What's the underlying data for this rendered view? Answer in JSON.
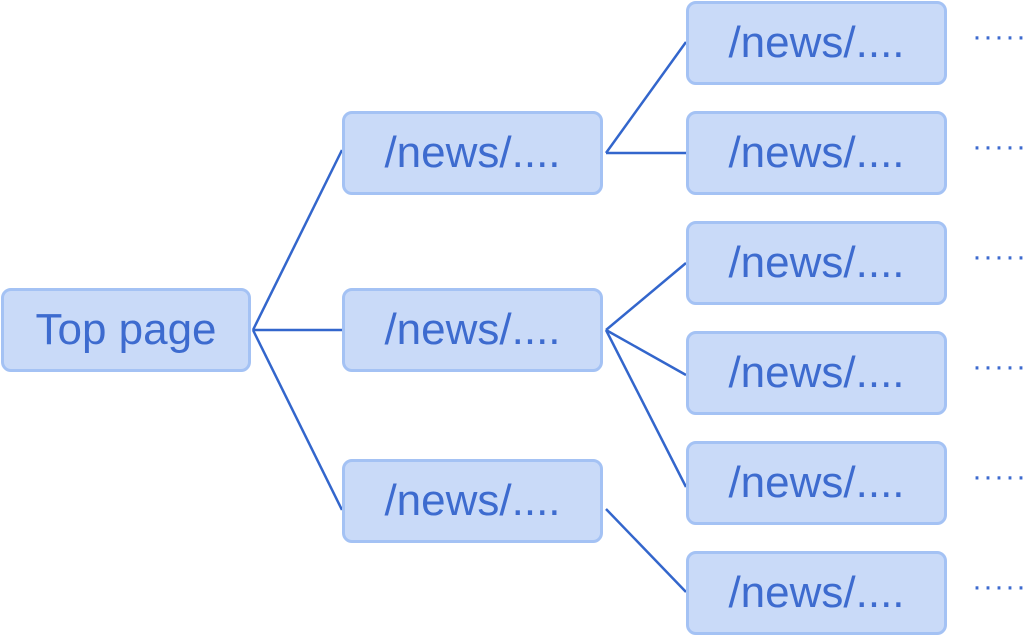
{
  "diagram": {
    "root": {
      "label": "Top page"
    },
    "level1": [
      {
        "label": "/news/...."
      },
      {
        "label": "/news/...."
      },
      {
        "label": "/news/...."
      }
    ],
    "level2": [
      {
        "label": "/news/....",
        "parent": 0
      },
      {
        "label": "/news/....",
        "parent": 0
      },
      {
        "label": "/news/....",
        "parent": 1
      },
      {
        "label": "/news/....",
        "parent": 1
      },
      {
        "label": "/news/....",
        "parent": 1
      },
      {
        "label": "/news/....",
        "parent": 2
      }
    ],
    "continuation": "·····"
  },
  "colors": {
    "node_fill": "#c9daf8",
    "node_border": "#a4c2f4",
    "text": "#3d6bcf",
    "line": "#3366cc"
  }
}
